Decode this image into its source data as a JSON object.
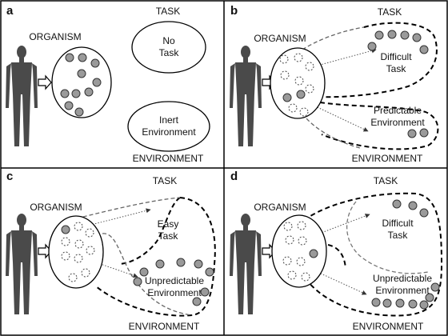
{
  "headings": {
    "task": "TASK",
    "organism": "ORGANISM",
    "environment": "ENVIRONMENT"
  },
  "panels": [
    {
      "label": "a",
      "task_text": [
        "No",
        "Task"
      ],
      "env_text": [
        "Inert",
        "Environment"
      ]
    },
    {
      "label": "b",
      "task_text": [
        "Difficult",
        "Task"
      ],
      "env_text": [
        "Predictable",
        "Environment"
      ]
    },
    {
      "label": "c",
      "task_text": [
        "Easy",
        "Task"
      ],
      "env_text": [
        "Unpredictable",
        "Environment"
      ]
    },
    {
      "label": "d",
      "task_text": [
        "Difficult",
        "Task"
      ],
      "env_text": [
        "Unpredictable",
        "Environment"
      ]
    }
  ],
  "colors": {
    "frame": "#000000",
    "dot_fill": "#9a9a9a",
    "dashed_link": "#666666",
    "figure": "#4a4a4a"
  }
}
